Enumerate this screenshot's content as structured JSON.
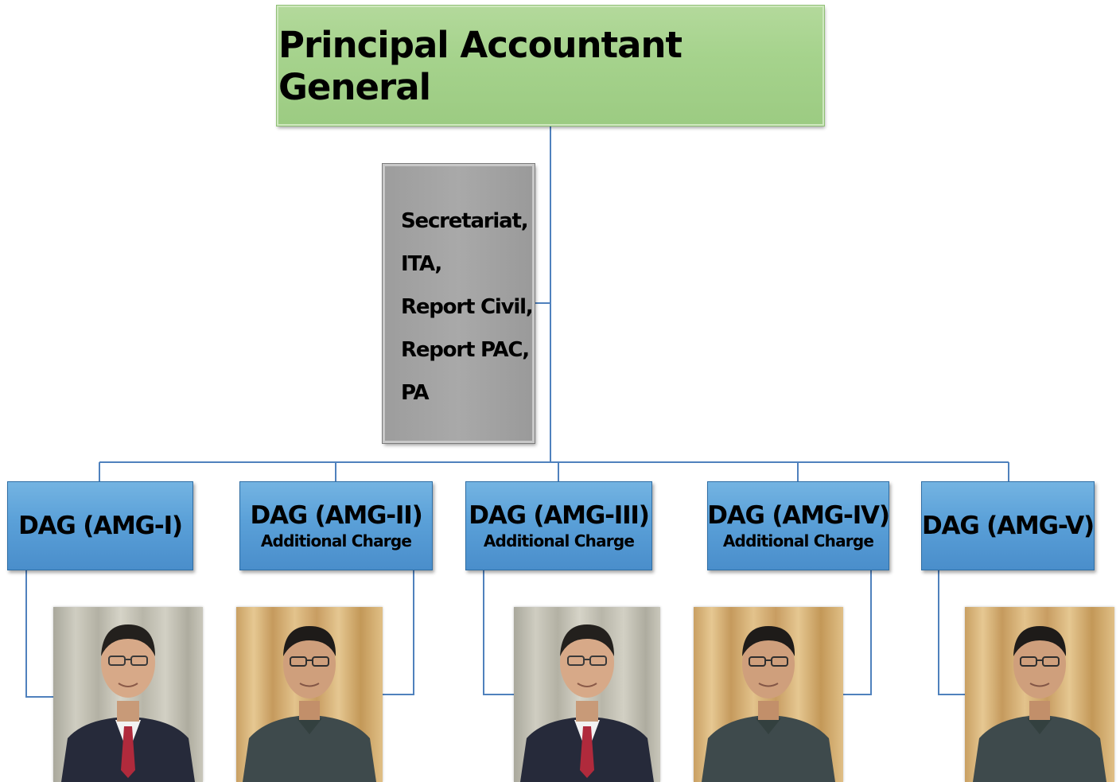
{
  "top": {
    "title": "Principal Accountant General"
  },
  "secretariat": {
    "lines": [
      "Secretariat,",
      "ITA,",
      "Report Civil,",
      "Report PAC,",
      "PA"
    ]
  },
  "dags": [
    {
      "title": "DAG (AMG-I)",
      "subtitle": ""
    },
    {
      "title": "DAG (AMG-II)",
      "subtitle": "Additional Charge"
    },
    {
      "title": "DAG (AMG-III)",
      "subtitle": "Additional Charge"
    },
    {
      "title": "DAG (AMG-IV)",
      "subtitle": "Additional Charge"
    },
    {
      "title": "DAG (AMG-V)",
      "subtitle": ""
    }
  ],
  "photos": [
    {
      "name": "dag-amg-i-photo",
      "style": "grey-curtain-suit"
    },
    {
      "name": "dag-amg-ii-photo",
      "style": "wood-curtain-shirt"
    },
    {
      "name": "dag-amg-iii-photo",
      "style": "grey-curtain-suit"
    },
    {
      "name": "dag-amg-iv-photo",
      "style": "wood-curtain-shirt"
    },
    {
      "name": "dag-amg-v-photo",
      "style": "wood-curtain-shirt"
    }
  ],
  "colors": {
    "top_box": "#a6d38d",
    "secretariat_box": "#a5a5a5",
    "dag_box": "#5aa0d8",
    "connector": "#4f81bd"
  }
}
